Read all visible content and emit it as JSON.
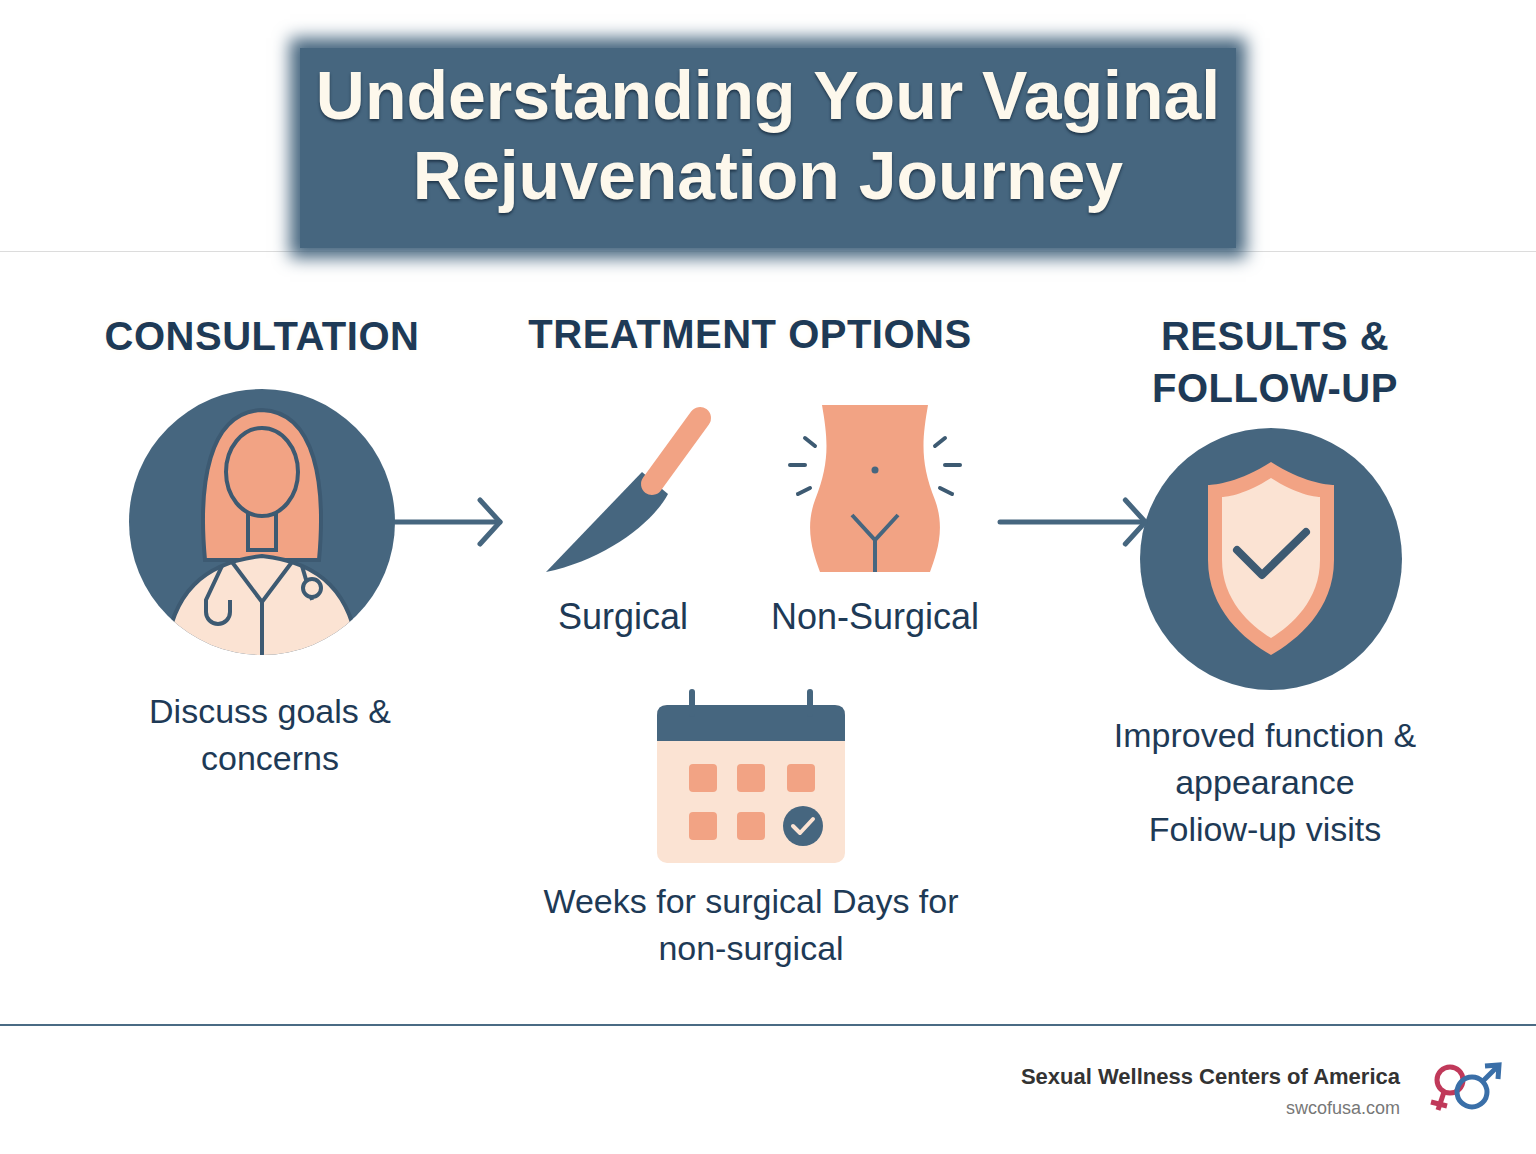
{
  "diagram": {
    "title": "Understanding Your Vaginal Rejuvenation Journey",
    "nodes": [
      {
        "text": [
          "CONSULTATION",
          "Discuss goals & concerns"
        ]
      },
      {
        "text": [
          "TREATMENT OPTIONS"
        ]
      },
      {
        "text": [
          "Surgical"
        ],
        "in": 1
      },
      {
        "text": [
          "Non-Surgical"
        ],
        "in": 1
      },
      {
        "text": [
          "Weeks for surgical Days for non-surgical"
        ],
        "in": 1
      },
      {
        "text": [
          "RESULTS & FOLLOW-UP",
          "Improved function & appearance",
          "Foliow-up visits"
        ]
      }
    ],
    "edges": [
      {
        "from": 0,
        "to": 1,
        "arrow": "to"
      },
      {
        "from": 1,
        "to": 5,
        "arrow": "to"
      }
    ],
    "labels": [
      "Sexual Wellness Centers of America",
      "swcofusa.com"
    ]
  }
}
